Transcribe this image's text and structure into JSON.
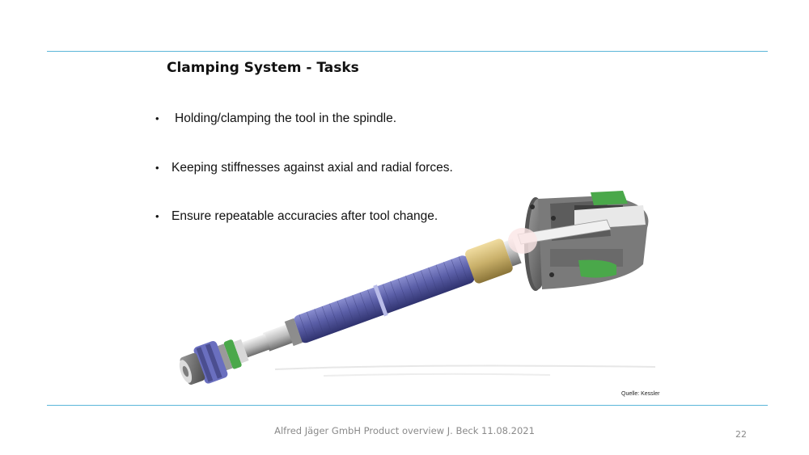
{
  "slide": {
    "title": "Clamping System - Tasks",
    "bullets": [
      "Holding/clamping the tool in the spindle.",
      "Keeping stiffnesses against axial and radial forces.",
      "Ensure repeatable accuracies after tool change."
    ],
    "bullet_symbol": "•"
  },
  "figure": {
    "source": "Quelle: Kessler"
  },
  "footer": {
    "text": "Alfred Jäger GmbH Product overview J. Beck 11.08.2021",
    "page_number": "22"
  },
  "colors": {
    "rule": "#5bb6d9",
    "drawbar_blue": "#5b5fa8",
    "brass": "#c9b06a",
    "flange_gray": "#6e6e6e",
    "seal_green": "#4aa84a"
  }
}
